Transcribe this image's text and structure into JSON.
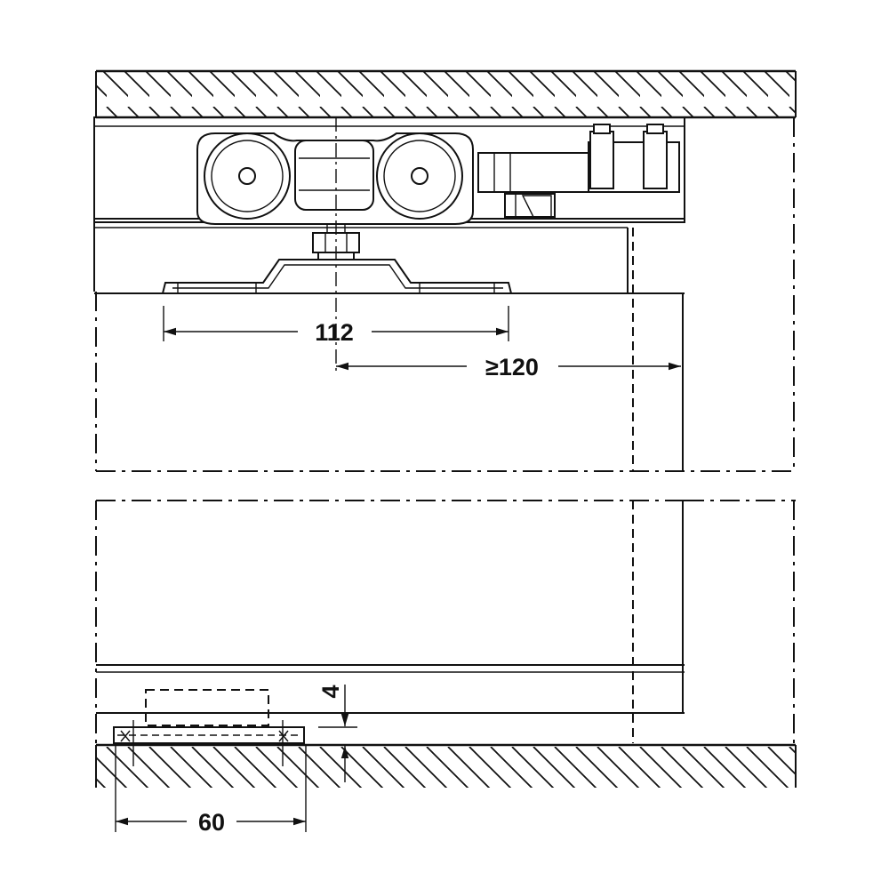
{
  "dimensions": {
    "roller_spacing": "112",
    "min_offset": "≥120",
    "floor_guide_width": "60",
    "floor_gap": "4"
  },
  "colors": {
    "line": "#111111",
    "background": "#ffffff"
  }
}
